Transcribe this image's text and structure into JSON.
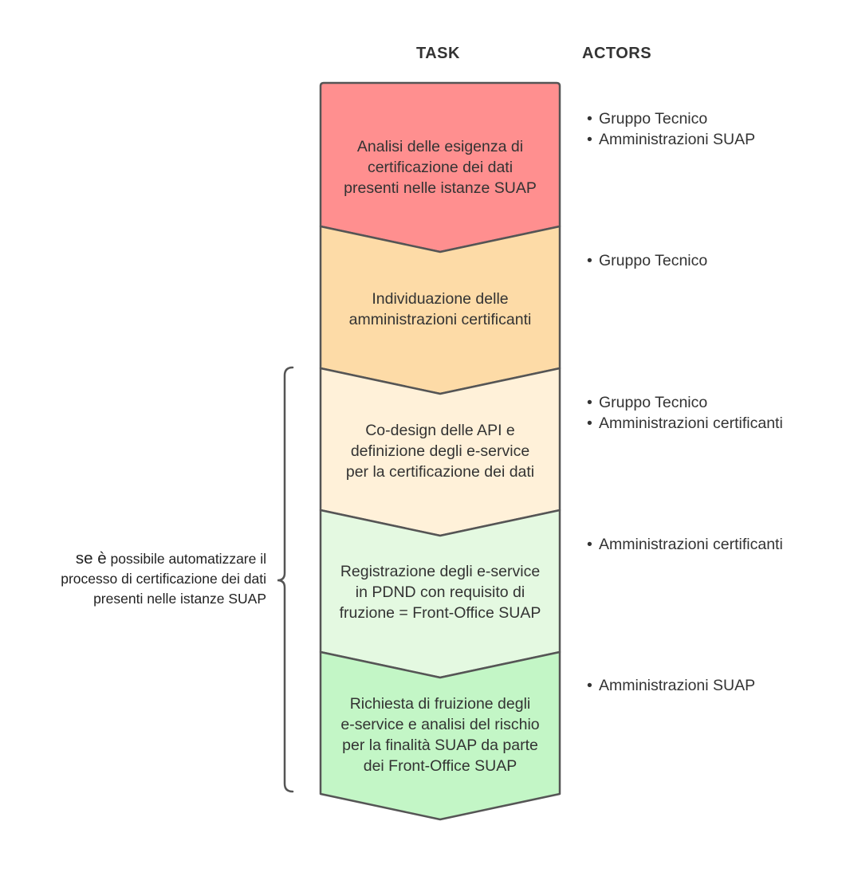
{
  "headers": {
    "task": "TASK",
    "actors": "ACTORS"
  },
  "steps": [
    {
      "lines": [
        "Analisi delle esigenza di",
        "certificazione dei dati",
        "presenti nelle istanze SUAP"
      ],
      "color": "#ff8f8f",
      "actors": [
        "Gruppo Tecnico",
        "Amministrazioni SUAP"
      ]
    },
    {
      "lines": [
        "Individuazione delle",
        "amministrazioni certificanti"
      ],
      "color": "#fddba7",
      "actors": [
        "Gruppo Tecnico"
      ]
    },
    {
      "lines": [
        "Co-design delle API e",
        "definizione degli e-service",
        "per la certificazione dei dati"
      ],
      "color": "#fff1d9",
      "actors": [
        "Gruppo Tecnico",
        "Amministrazioni certificanti"
      ]
    },
    {
      "lines": [
        "Registrazione degli e-service",
        "in PDND con requisito di",
        "fruzione = Front-Office SUAP"
      ],
      "color": "#e4f9e1",
      "actors": [
        "Amministrazioni certificanti"
      ]
    },
    {
      "lines": [
        "Richiesta di fruizione degli",
        "e-service e analisi del rischio",
        "per la finalità SUAP da parte",
        "dei Front-Office SUAP"
      ],
      "color": "#c3f6c6",
      "actors": [
        "Amministrazioni SUAP"
      ]
    }
  ],
  "note": {
    "prefix": "se è",
    "line1_rest": " possibile automatizzare il",
    "line2": "processo di certificazione dei dati",
    "line3": "presenti nelle istanze SUAP"
  },
  "colors": {
    "stroke": "#555555",
    "text": "#333333"
  }
}
